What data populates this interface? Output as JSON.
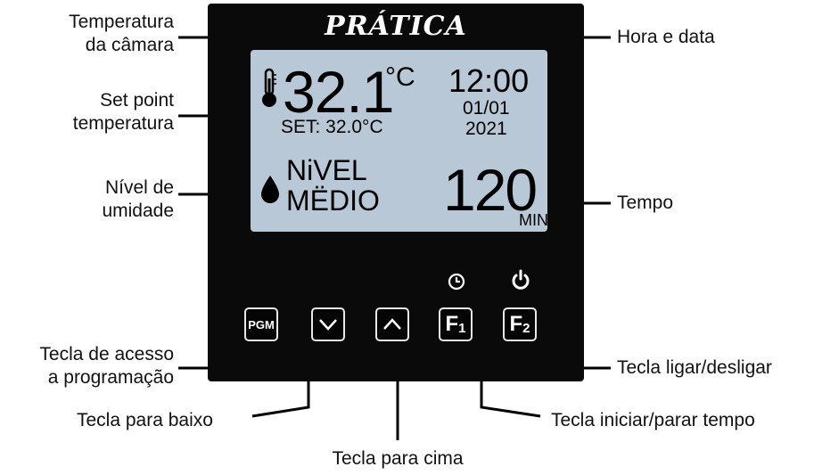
{
  "brand": "PRÁTICA",
  "display": {
    "temperature": "32.1",
    "temperature_unit": "°C",
    "setpoint": "SET: 32.0°C",
    "time": "12:00",
    "date": "01/01",
    "year": "2021",
    "humidity_line1": "NiVEL",
    "humidity_line2": "MËDIO",
    "timer_value": "120",
    "timer_unit": "MIN"
  },
  "keys": {
    "pgm": "PGM",
    "f1": "F",
    "f1_sub": "1",
    "f2": "F",
    "f2_sub": "2"
  },
  "icons": {
    "thermometer": "thermometer-icon",
    "humidity": "drop-icon",
    "down": "chevron-down-icon",
    "up": "chevron-up-icon",
    "f1": "clock-icon",
    "f2": "power-icon"
  },
  "labels": {
    "chamber_temp": [
      "Temperatura",
      "da câmara"
    ],
    "setpoint_temp": [
      "Set point",
      "temperatura"
    ],
    "humidity": [
      "Nível de",
      "umidade"
    ],
    "program_key": [
      "Tecla de acesso",
      "a programação"
    ],
    "down_key": "Tecla para baixo",
    "up_key": "Tecla para cima",
    "time_date": "Hora e data",
    "timer": "Tempo",
    "power_key": "Tecla ligar/desligar",
    "timer_key": "Tecla iniciar/parar tempo"
  }
}
